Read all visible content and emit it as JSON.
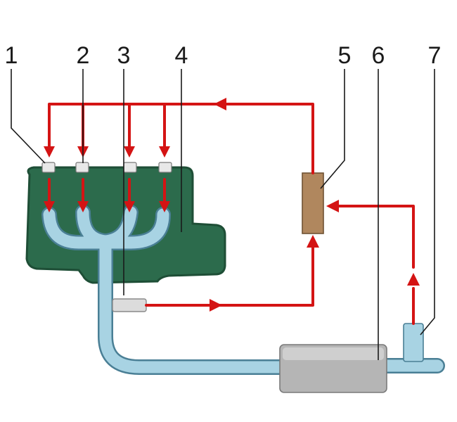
{
  "callouts": [
    "1",
    "2",
    "3",
    "4",
    "5",
    "6",
    "7"
  ],
  "colors": {
    "engine_block": "#2c6b4c",
    "engine_outline": "#1e4e36",
    "signal_line": "#d41414",
    "pipe_fill": "#a8d3e3",
    "pipe_outline": "#4a7f95",
    "ecu_fill": "#b0875e",
    "muffler_fill": "#b5b5b5",
    "sensor_fill": "#dcdcdc"
  },
  "icons": [
    "injector-icon",
    "oxygen-sensor-icon",
    "control-unit-icon",
    "muffler-icon",
    "airflow-sensor-icon",
    "arrow-icon"
  ]
}
